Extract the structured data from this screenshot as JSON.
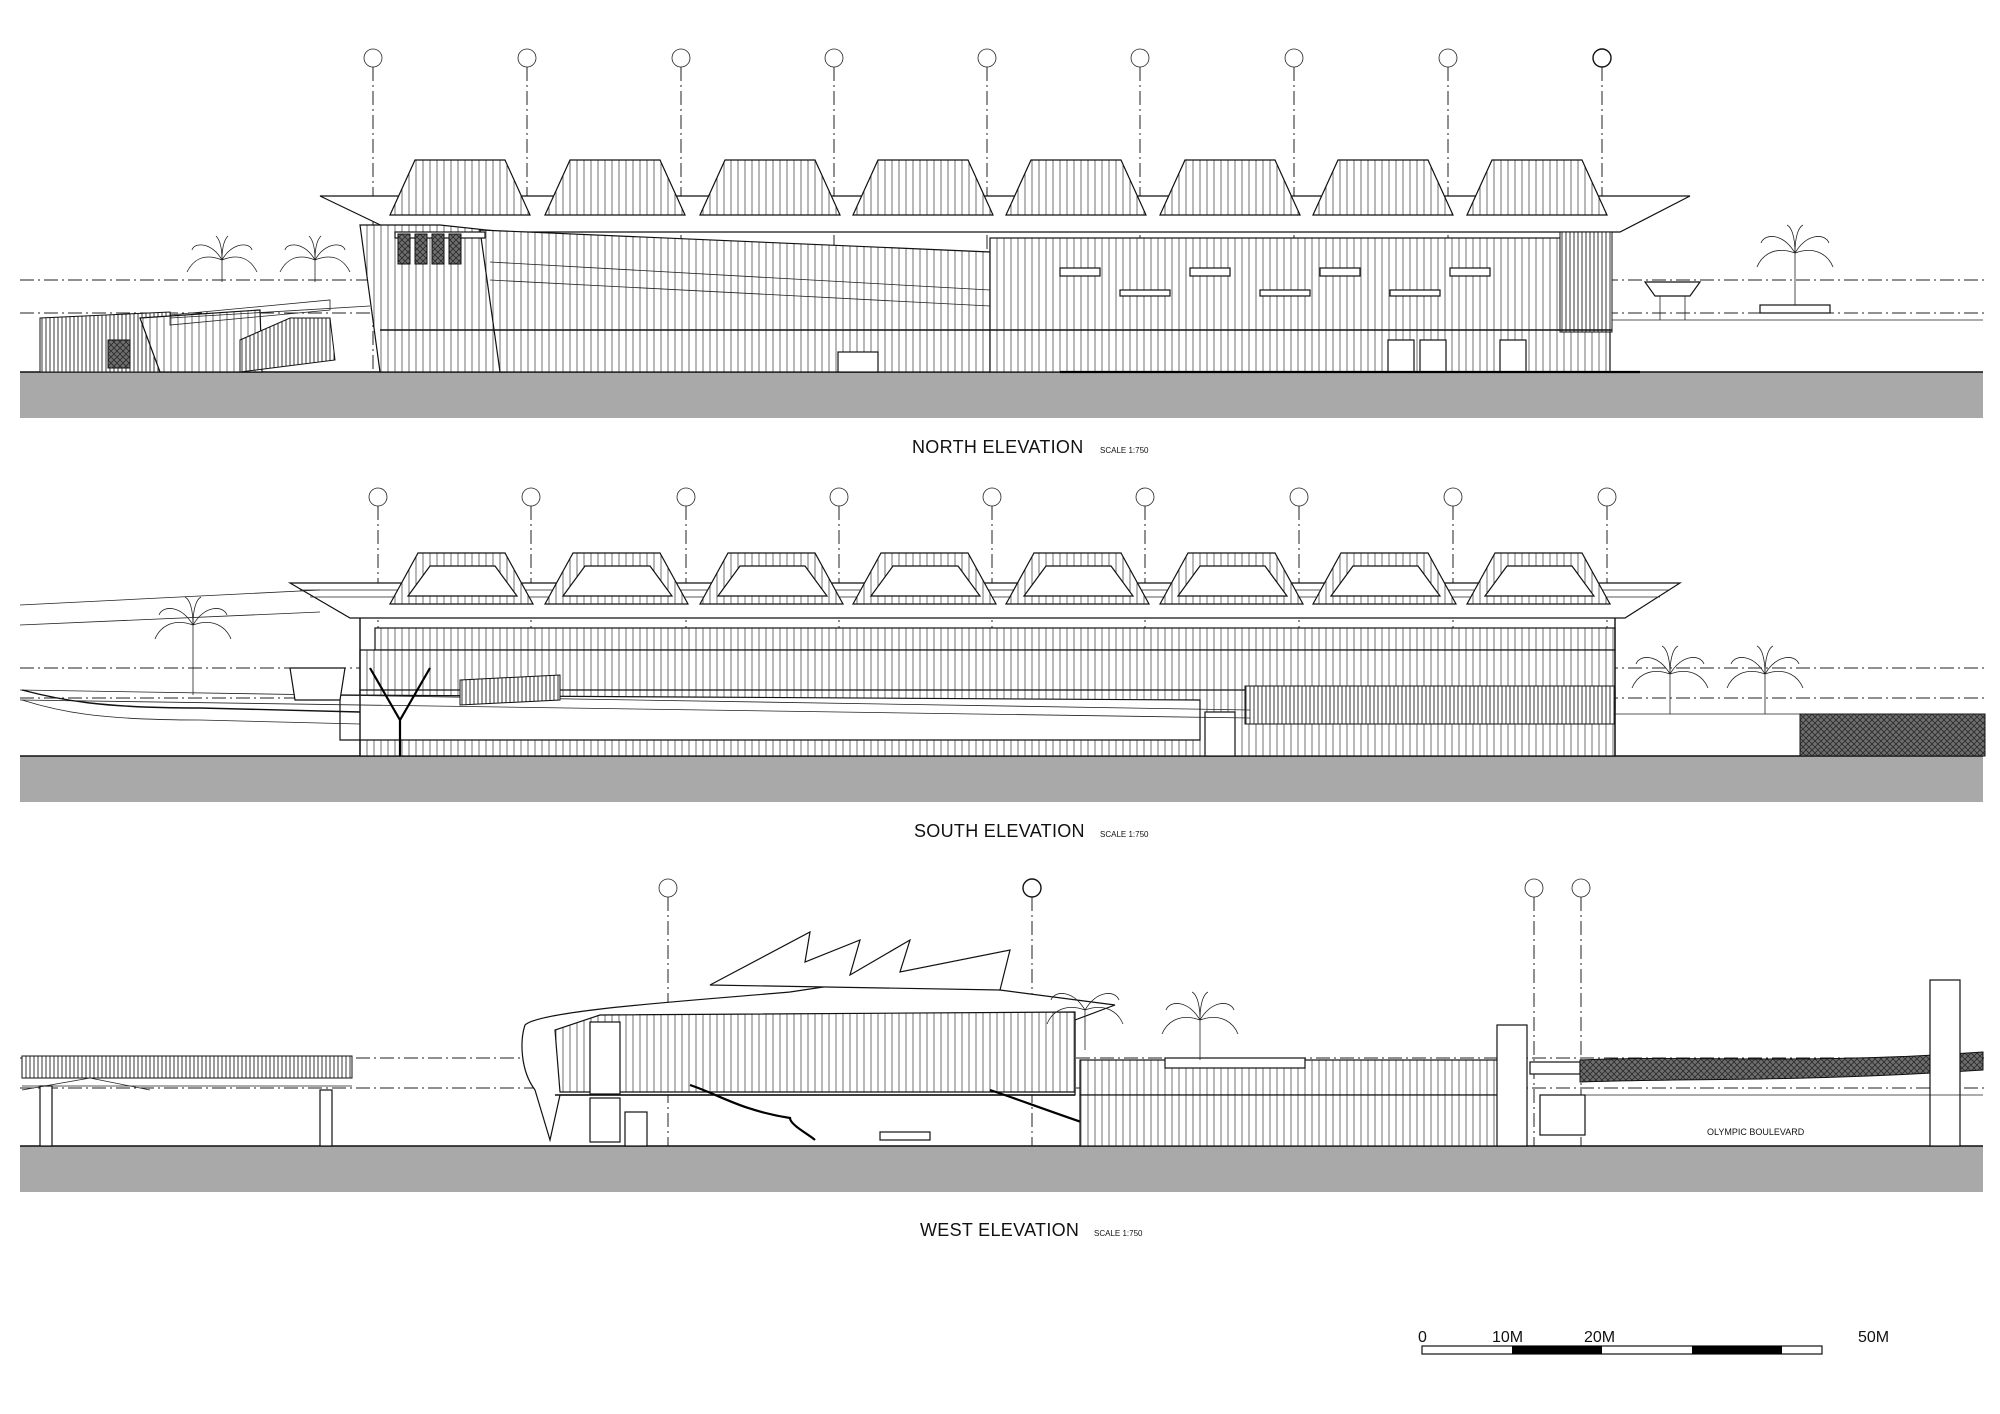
{
  "drawings": [
    {
      "id": "north",
      "title": "NORTH ELEVATION",
      "scale": "SCALE 1:750",
      "grid_count": 9
    },
    {
      "id": "south",
      "title": "SOUTH ELEVATION",
      "scale": "SCALE 1:750",
      "grid_count": 9
    },
    {
      "id": "west",
      "title": "WEST ELEVATION",
      "scale": "SCALE 1:750",
      "grid_count": 4,
      "annotation": "OLYMPIC BOULEVARD"
    }
  ],
  "scale_bar": {
    "labels": [
      "0",
      "10M",
      "20M",
      "50M"
    ]
  },
  "colors": {
    "line": "#111111",
    "ground": "#a9a9a9",
    "background": "#ffffff"
  }
}
